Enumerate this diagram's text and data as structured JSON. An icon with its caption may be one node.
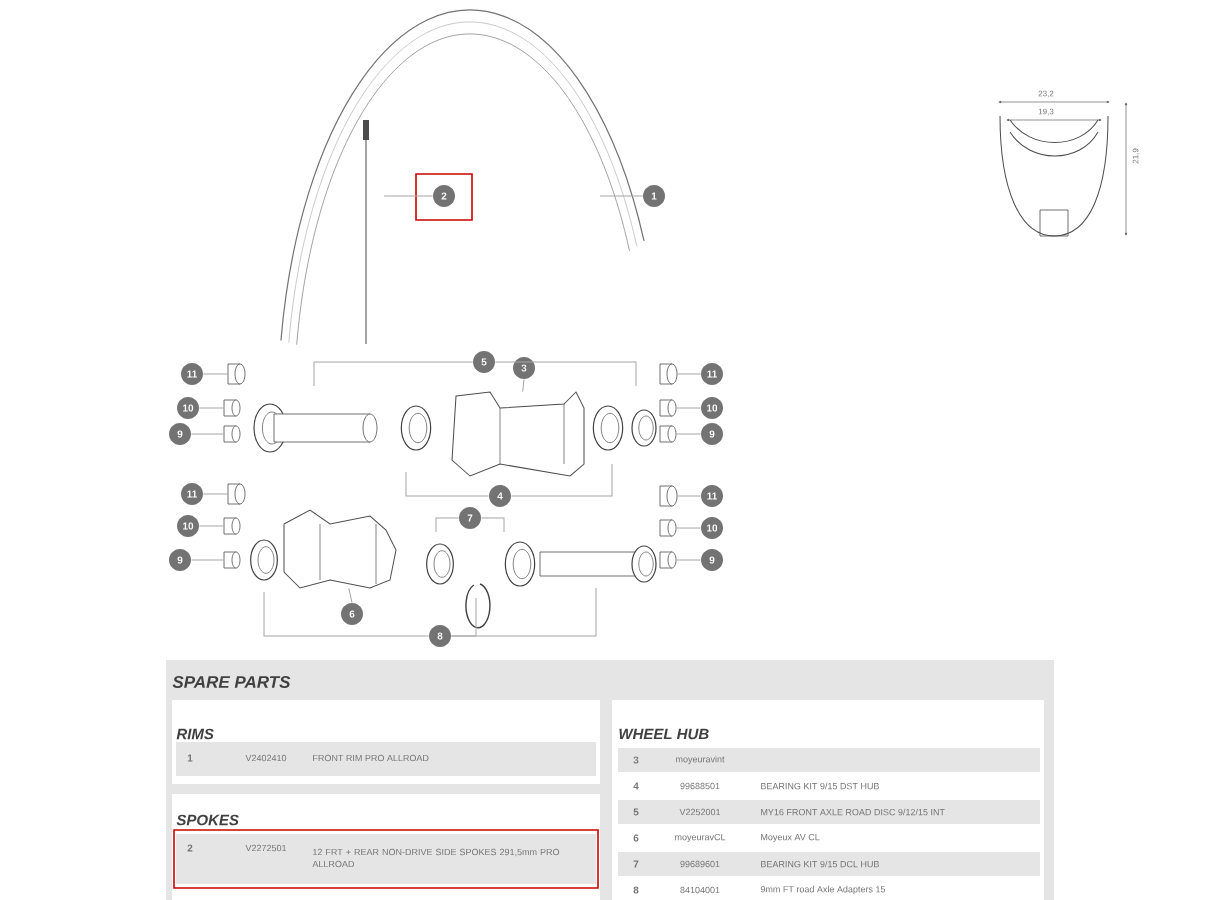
{
  "diagram": {
    "nodes": [
      {
        "text": [
          "2"
        ]
      },
      {
        "text": [
          "1"
        ]
      },
      {
        "text": [
          "5"
        ]
      },
      {
        "text": [
          "11"
        ]
      },
      {
        "text": [
          "11"
        ]
      },
      {
        "text": [
          "3"
        ]
      },
      {
        "text": [
          "10"
        ]
      },
      {
        "text": [
          "10"
        ]
      },
      {
        "text": [
          "9"
        ]
      },
      {
        "text": [
          "9"
        ]
      },
      {
        "text": [
          "11"
        ]
      },
      {
        "text": [
          "11"
        ]
      },
      {
        "text": [
          "4"
        ]
      },
      {
        "text": [
          "7"
        ]
      },
      {
        "text": [
          "10"
        ]
      },
      {
        "text": [
          "10"
        ]
      },
      {
        "text": [
          "9"
        ]
      },
      {
        "text": [
          "9"
        ]
      },
      {
        "text": [
          "6"
        ]
      },
      {
        "text": [
          "8"
        ]
      },
      {
        "text": [],
        "shape": "picture"
      },
      {
        "text": [],
        "shape": "picture"
      },
      {
        "text": [],
        "shape": "cylinder"
      },
      {
        "text": [],
        "shape": "cylinder"
      },
      {
        "text": [],
        "shape": "cylinder"
      },
      {
        "text": [],
        "shape": "cylinder"
      },
      {
        "text": [],
        "shape": "cylinder"
      },
      {
        "text": [],
        "shape": "cylinder"
      },
      {
        "text": [],
        "shape": "cylinder"
      },
      {
        "text": [],
        "shape": "cylinder"
      },
      {
        "text": [],
        "shape": "cylinder"
      },
      {
        "text": [],
        "shape": "cylinder"
      },
      {
        "text": [],
        "shape": "cylinder"
      },
      {
        "text": [],
        "shape": "cylinder"
      }
    ],
    "edges": [
      {
        "from": 0,
        "to": null,
        "arrow": "none"
      },
      {
        "from": 1,
        "to": null,
        "arrow": "none"
      },
      {
        "from": 2,
        "to": null,
        "arrow": "none"
      },
      {
        "from": 2,
        "to": null,
        "arrow": "none"
      },
      {
        "from": 5,
        "to": 20,
        "arrow": "none"
      },
      {
        "from": 3,
        "to": 22,
        "arrow": "none"
      },
      {
        "from": 4,
        "to": 28,
        "arrow": "none"
      },
      {
        "from": 6,
        "to": 23,
        "arrow": "none"
      },
      {
        "from": 7,
        "to": 29,
        "arrow": "none"
      },
      {
        "from": 8,
        "to": 24,
        "arrow": "none"
      },
      {
        "from": 9,
        "to": 30,
        "arrow": "none"
      },
      {
        "from": 10,
        "to": 25,
        "arrow": "none"
      },
      {
        "from": 11,
        "to": 31,
        "arrow": "none"
      },
      {
        "from": 12,
        "to": null,
        "arrow": "none"
      },
      {
        "from": 12,
        "to": null,
        "arrow": "none"
      },
      {
        "from": 13,
        "to": null,
        "arrow": "none"
      },
      {
        "from": 13,
        "to": null,
        "arrow": "none"
      },
      {
        "from": 14,
        "to": 26,
        "arrow": "none"
      },
      {
        "from": 15,
        "to": 32,
        "arrow": "none"
      },
      {
        "from": 16,
        "to": 27,
        "arrow": "none"
      },
      {
        "from": 17,
        "to": 33,
        "arrow": "none"
      },
      {
        "from": 18,
        "to": 21,
        "arrow": "none"
      },
      {
        "from": 19,
        "to": null,
        "arrow": "none"
      },
      {
        "from": 19,
        "to": null,
        "arrow": "none"
      },
      {
        "from": 19,
        "to": null,
        "arrow": "none"
      }
    ],
    "labels": [
      "23,2",
      "19,3",
      "21,9",
      "SPARE PARTS",
      "RIMS",
      "1",
      "V2402410",
      "FRONT RIM PRO ALLROAD",
      "SPOKES",
      "2",
      "V2272501",
      "12 FRT + REAR NON-DRIVE SIDE SPOKES 291,5mm PRO ALLROAD",
      "WHEEL HUB",
      "3",
      "moyeuravint",
      "4",
      "99688501",
      "BEARING KIT 9/15 DST HUB",
      "5",
      "V2252001",
      "MY16 FRONT AXLE ROAD DISC 9/12/15 INT",
      "6",
      "moyeuravCL",
      "Moyeux AV CL",
      "7",
      "99689601",
      "BEARING KIT 9/15 DCL HUB",
      "8",
      "84104001",
      "9mm FT road Axle Adapters 15"
    ]
  }
}
